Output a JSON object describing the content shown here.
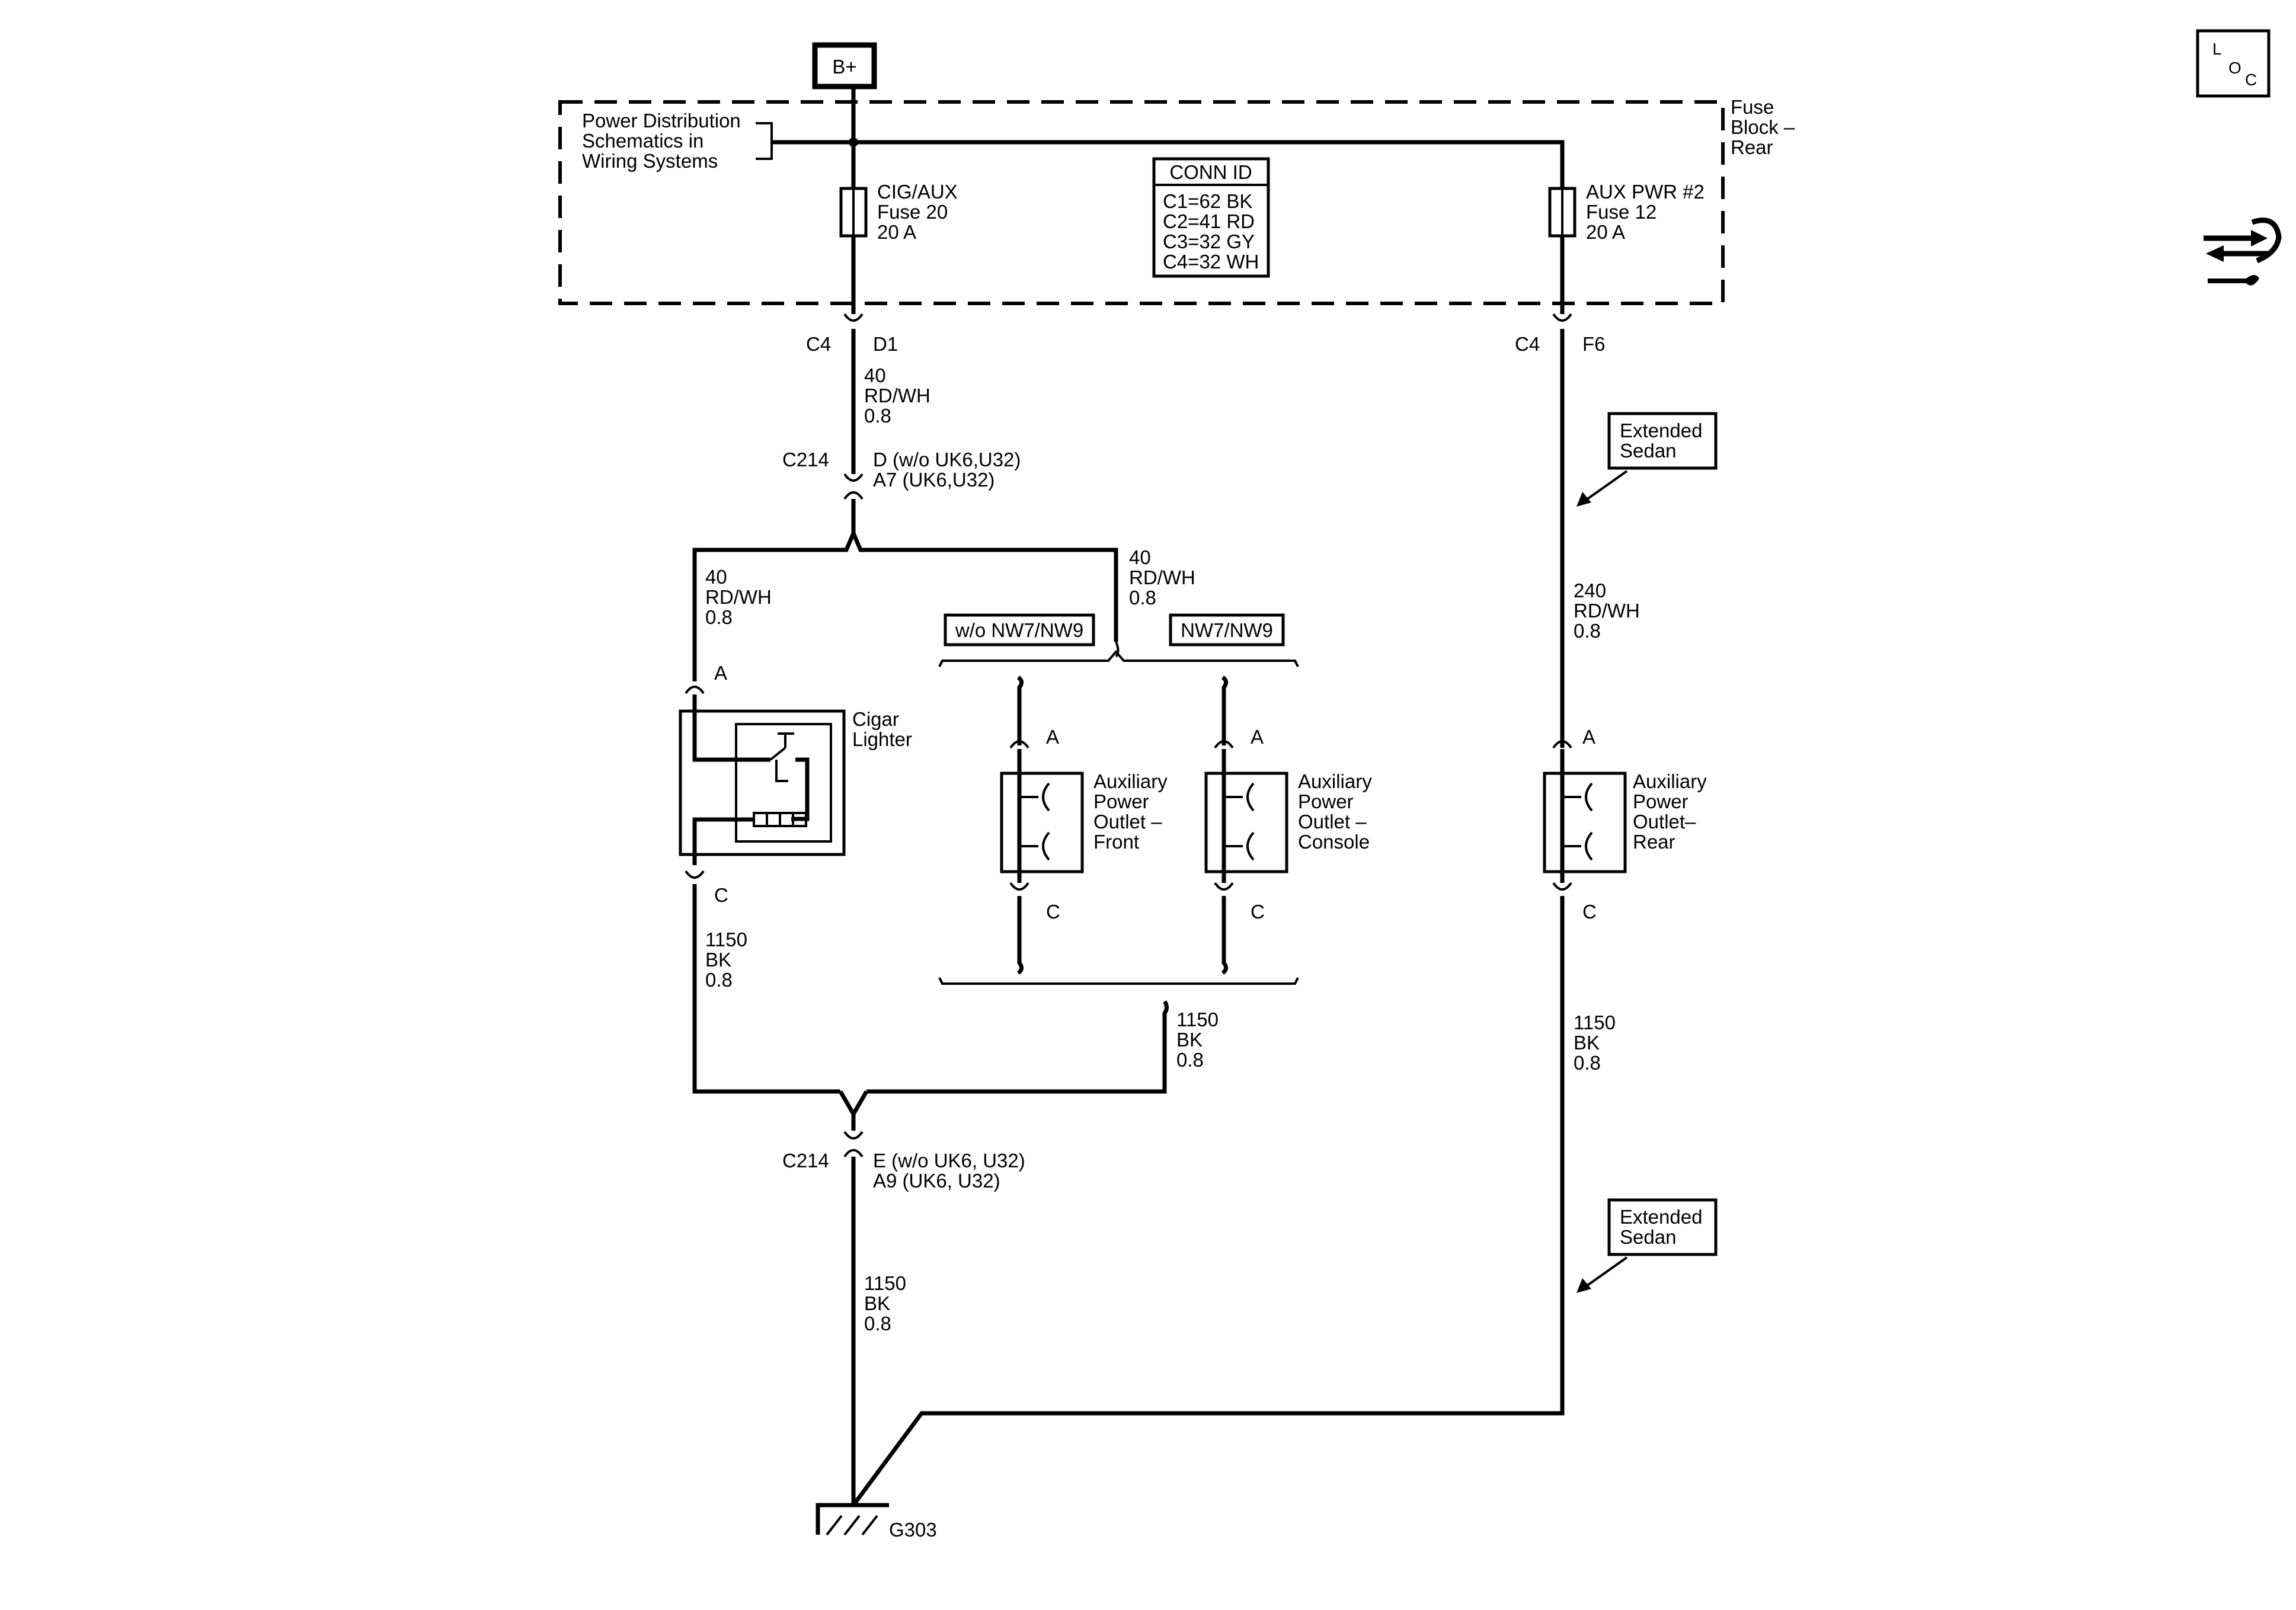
{
  "battery": {
    "label": "B+"
  },
  "fuse_block": {
    "label_lines": [
      "Fuse",
      "Block –",
      "Rear"
    ],
    "reference_lines": [
      "Power Distribution",
      "Schematics in",
      "Wiring Systems"
    ],
    "fuse_left_lines": [
      "CIG/AUX",
      "Fuse 20",
      "20 A"
    ],
    "fuse_right_lines": [
      "AUX PWR #2",
      "Fuse 12",
      "20 A"
    ],
    "conn_id": {
      "title": "CONN ID",
      "rows": [
        "C1=62 BK",
        "C2=41 RD",
        "C3=32 GY",
        "C4=32 WH"
      ]
    }
  },
  "connectors": {
    "c4_left_name": "C4",
    "c4_left_pin": "D1",
    "c4_right_name": "C4",
    "c4_right_pin": "F6",
    "c214_top_name": "C214",
    "c214_top_pins": [
      "D (w/o UK6,U32)",
      "A7 (UK6,U32)"
    ],
    "c214_bottom_name": "C214",
    "c214_bottom_pins": [
      "E (w/o UK6, U32)",
      "A9 (UK6, U32)"
    ]
  },
  "wires": {
    "top_left": [
      "40",
      "RD/WH",
      "0.8"
    ],
    "branch_left": [
      "40",
      "RD/WH",
      "0.8"
    ],
    "branch_right": [
      "40",
      "RD/WH",
      "0.8"
    ],
    "rear_feed": [
      "240",
      "RD/WH",
      "0.8"
    ],
    "cigar_ground": [
      "1150",
      "BK",
      "0.8"
    ],
    "outlets_ground": [
      "1150",
      "BK",
      "0.8"
    ],
    "rear_ground": [
      "1150",
      "BK",
      "0.8"
    ],
    "main_ground": [
      "1150",
      "BK",
      "0.8"
    ]
  },
  "options": {
    "without": "w/o NW7/NW9",
    "with": "NW7/NW9"
  },
  "extended_sedan_top": [
    "Extended",
    "Sedan"
  ],
  "extended_sedan_bottom": [
    "Extended",
    "Sedan"
  ],
  "components": {
    "cigar_lighter": [
      "Cigar",
      "Lighter"
    ],
    "outlet_front": [
      "Auxiliary",
      "Power",
      "Outlet –",
      "Front"
    ],
    "outlet_console": [
      "Auxiliary",
      "Power",
      "Outlet –",
      "Console"
    ],
    "outlet_rear": [
      "Auxiliary",
      "Power",
      "Outlet–",
      "Rear"
    ]
  },
  "pins": {
    "cigar_a": "A",
    "cigar_c": "C",
    "front_a": "A",
    "front_c": "C",
    "console_a": "A",
    "console_c": "C",
    "rear_a": "A",
    "rear_c": "C"
  },
  "ground": {
    "label": "G303"
  },
  "loc_icon": {
    "letters": [
      "L",
      "O",
      "C"
    ]
  },
  "icons": {
    "locator": "loc-icon",
    "navigation": "arrows-wrench-icon"
  }
}
